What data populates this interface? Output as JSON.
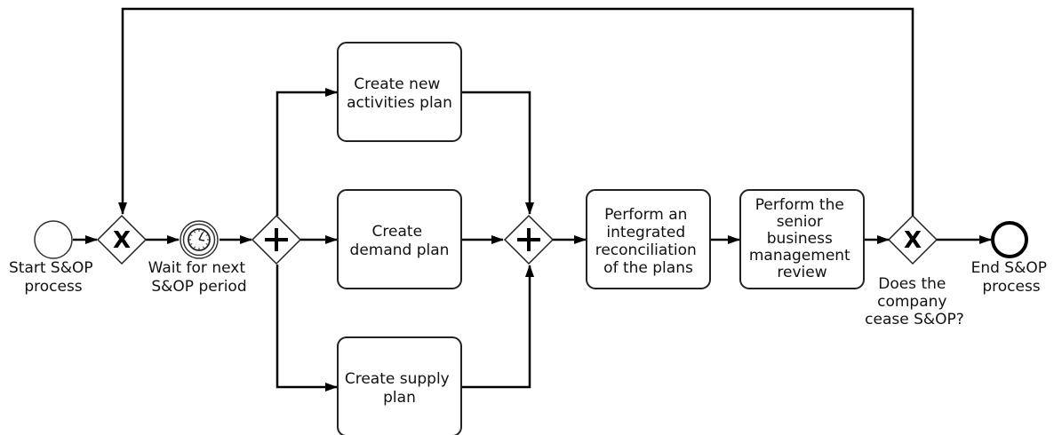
{
  "events": {
    "start": {
      "label": [
        "Start S&OP",
        "process"
      ]
    },
    "end": {
      "label": [
        "End S&OP",
        "process"
      ]
    }
  },
  "timer": {
    "label": [
      "Wait for next",
      "S&OP period"
    ],
    "icon": "clock-icon"
  },
  "gateways": {
    "merge": {
      "symbol": "X",
      "icon": "exclusive-gateway-icon"
    },
    "fork": {
      "symbol": "+",
      "icon": "parallel-gateway-icon"
    },
    "join": {
      "symbol": "+",
      "icon": "parallel-gateway-icon"
    },
    "decision": {
      "symbol": "X",
      "icon": "exclusive-gateway-icon",
      "label": [
        "Does the",
        "company",
        "cease S&OP?"
      ]
    }
  },
  "tasks": {
    "new_activities": [
      "Create new",
      "activities plan"
    ],
    "demand": [
      "Create",
      "demand plan"
    ],
    "supply": [
      "Create supply",
      "plan"
    ],
    "reconciliation": [
      "Perform an",
      "integrated",
      "reconciliation",
      "of the plans"
    ],
    "review": [
      "Perform the",
      "senior",
      "business",
      "management",
      "review"
    ]
  },
  "colors": {
    "stroke": "#000000",
    "fill": "#ffffff",
    "text": "#111111"
  }
}
